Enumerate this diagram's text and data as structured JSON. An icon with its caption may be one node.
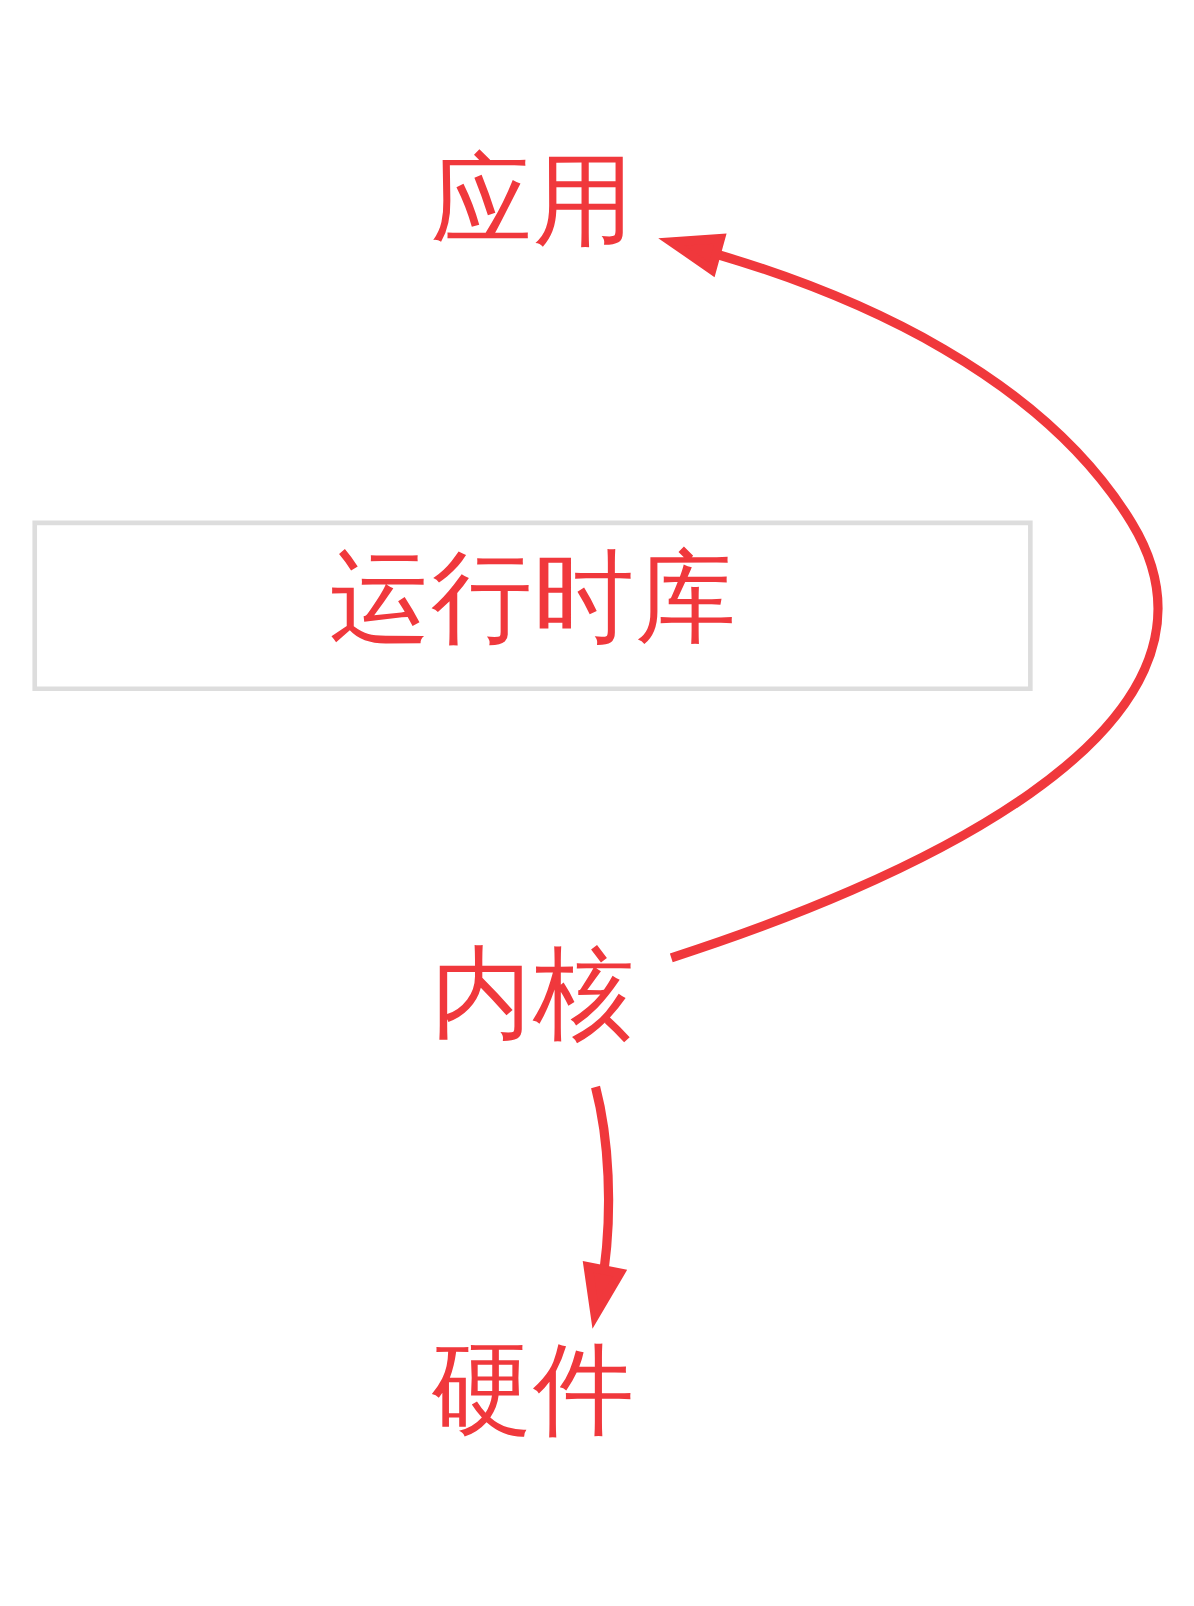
{
  "diagram": {
    "nodes": [
      {
        "text": [
          "应用"
        ]
      },
      {
        "text": [
          "运行时库"
        ]
      },
      {
        "text": [
          "内核"
        ]
      },
      {
        "text": [
          "硬件"
        ]
      }
    ],
    "edges": [
      {
        "from": 2,
        "to": 0,
        "arrow": "to"
      },
      {
        "from": 2,
        "to": 3,
        "arrow": "to"
      }
    ]
  }
}
